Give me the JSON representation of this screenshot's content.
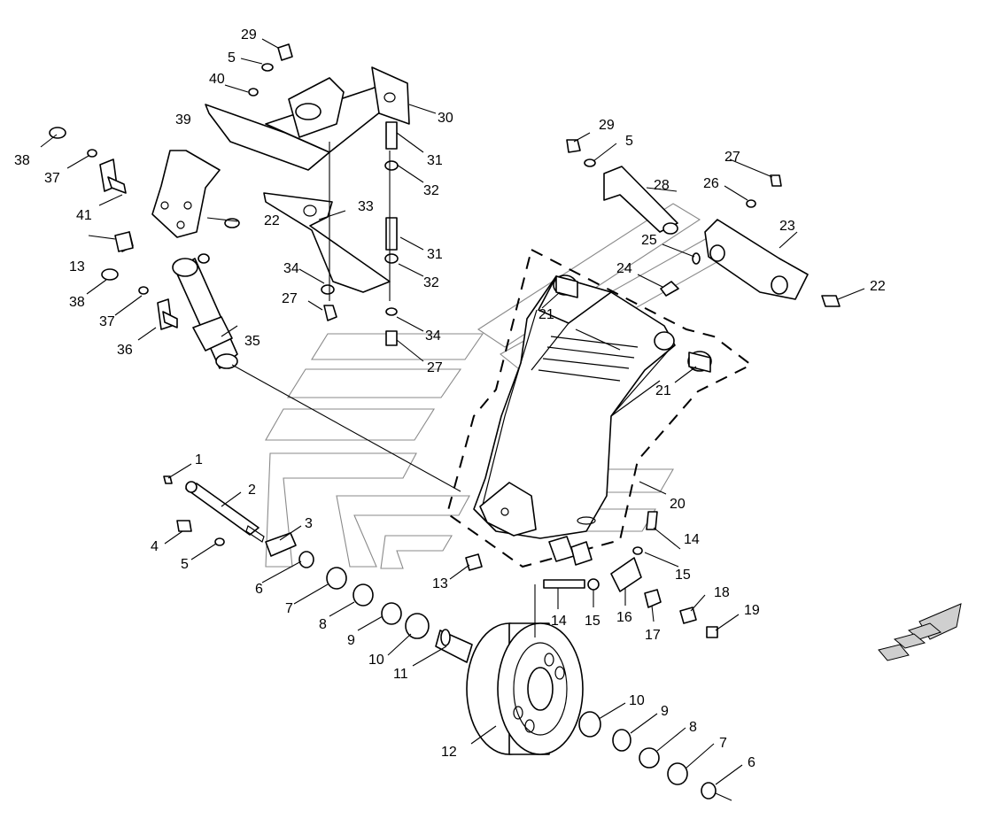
{
  "diagram": {
    "callouts": [
      {
        "id": "c29a",
        "text": "29"
      },
      {
        "id": "c5a",
        "text": "5"
      },
      {
        "id": "c40",
        "text": "40"
      },
      {
        "id": "c30",
        "text": "30"
      },
      {
        "id": "c39",
        "text": "39"
      },
      {
        "id": "c38a",
        "text": "38"
      },
      {
        "id": "c37a",
        "text": "37"
      },
      {
        "id": "c31a",
        "text": "31"
      },
      {
        "id": "c32a",
        "text": "32"
      },
      {
        "id": "c41",
        "text": "41"
      },
      {
        "id": "c22a",
        "text": "22"
      },
      {
        "id": "c33",
        "text": "33"
      },
      {
        "id": "c13a",
        "text": "13"
      },
      {
        "id": "c31b",
        "text": "31"
      },
      {
        "id": "c34a",
        "text": "34"
      },
      {
        "id": "c32b",
        "text": "32"
      },
      {
        "id": "c27a",
        "text": "27"
      },
      {
        "id": "c38b",
        "text": "38"
      },
      {
        "id": "c37b",
        "text": "37"
      },
      {
        "id": "c35",
        "text": "35"
      },
      {
        "id": "c34b",
        "text": "34"
      },
      {
        "id": "c36",
        "text": "36"
      },
      {
        "id": "c27b",
        "text": "27"
      },
      {
        "id": "c29b",
        "text": "29"
      },
      {
        "id": "c5b",
        "text": "5"
      },
      {
        "id": "c27c",
        "text": "27"
      },
      {
        "id": "c28",
        "text": "28"
      },
      {
        "id": "c26",
        "text": "26"
      },
      {
        "id": "c23",
        "text": "23"
      },
      {
        "id": "c25",
        "text": "25"
      },
      {
        "id": "c24",
        "text": "24"
      },
      {
        "id": "c22b",
        "text": "22"
      },
      {
        "id": "c21a",
        "text": "21"
      },
      {
        "id": "c21b",
        "text": "21"
      },
      {
        "id": "c20",
        "text": "20"
      },
      {
        "id": "c1",
        "text": "1"
      },
      {
        "id": "c2",
        "text": "2"
      },
      {
        "id": "c3",
        "text": "3"
      },
      {
        "id": "c4",
        "text": "4"
      },
      {
        "id": "c5c",
        "text": "5"
      },
      {
        "id": "c6a",
        "text": "6"
      },
      {
        "id": "c7a",
        "text": "7"
      },
      {
        "id": "c8a",
        "text": "8"
      },
      {
        "id": "c9a",
        "text": "9"
      },
      {
        "id": "c10a",
        "text": "10"
      },
      {
        "id": "c11",
        "text": "11"
      },
      {
        "id": "c13b",
        "text": "13"
      },
      {
        "id": "c14a",
        "text": "14"
      },
      {
        "id": "c15a",
        "text": "15"
      },
      {
        "id": "c14b",
        "text": "14"
      },
      {
        "id": "c15b",
        "text": "15"
      },
      {
        "id": "c16",
        "text": "16"
      },
      {
        "id": "c17",
        "text": "17"
      },
      {
        "id": "c18",
        "text": "18"
      },
      {
        "id": "c19",
        "text": "19"
      },
      {
        "id": "c12",
        "text": "12"
      },
      {
        "id": "c10b",
        "text": "10"
      },
      {
        "id": "c9b",
        "text": "9"
      },
      {
        "id": "c8b",
        "text": "8"
      },
      {
        "id": "c7b",
        "text": "7"
      },
      {
        "id": "c6b",
        "text": "6"
      }
    ],
    "direction_arrow_icon": "front-direction-arrow-icon",
    "colors": {
      "line": "#000000",
      "watermark": "#8a8a8a",
      "background": "#ffffff"
    }
  }
}
